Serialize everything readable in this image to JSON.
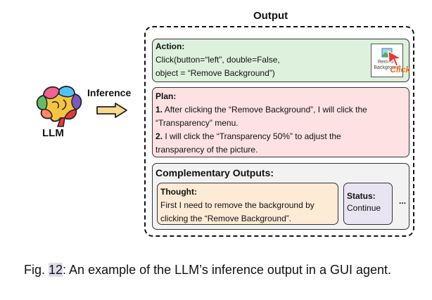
{
  "figure": {
    "llm_label": "LLM",
    "inference_label": "Inference",
    "output_title": "Output",
    "action": {
      "title": "Action:",
      "line1": "Click(button=“left”, double=False,",
      "line2": "object = “Remove Background”)",
      "thumbnail_text": "Remove Background",
      "click_label": "Click"
    },
    "plan": {
      "title": "Plan:",
      "step1_num": "1.",
      "step1_line1": " After clicking the “Remove Background”, I will click the",
      "step1_line2": "“Transparency” menu.",
      "step2_num": "2.",
      "step2_line1": " I will click the “Transparency 50%” to adjust the",
      "step2_line2": "transparency of the picture."
    },
    "complementary": {
      "title": "Complementary Outputs:",
      "thought_title": "Thought:",
      "thought_line1": "First I need to remove the background by",
      "thought_line2": "clicking the “Remove Background”.",
      "status_title": "Status:",
      "status_value": "Continue",
      "ellipsis": "..."
    }
  },
  "caption": {
    "prefix": "Fig. ",
    "number": "12",
    "text": ": An example of the LLM’s inference output in a GUI agent."
  },
  "colors": {
    "action_bg": "#ddf1dc",
    "plan_bg": "#fde1e3",
    "complementary_bg": "#f2f2f2",
    "thought_bg": "#fdebd6",
    "status_bg": "#e8e4f1",
    "click_color": "#e8701e"
  },
  "icons": {
    "brain": "brain-icon",
    "arrow": "arrow-right-icon",
    "cursor": "cursor-icon"
  }
}
